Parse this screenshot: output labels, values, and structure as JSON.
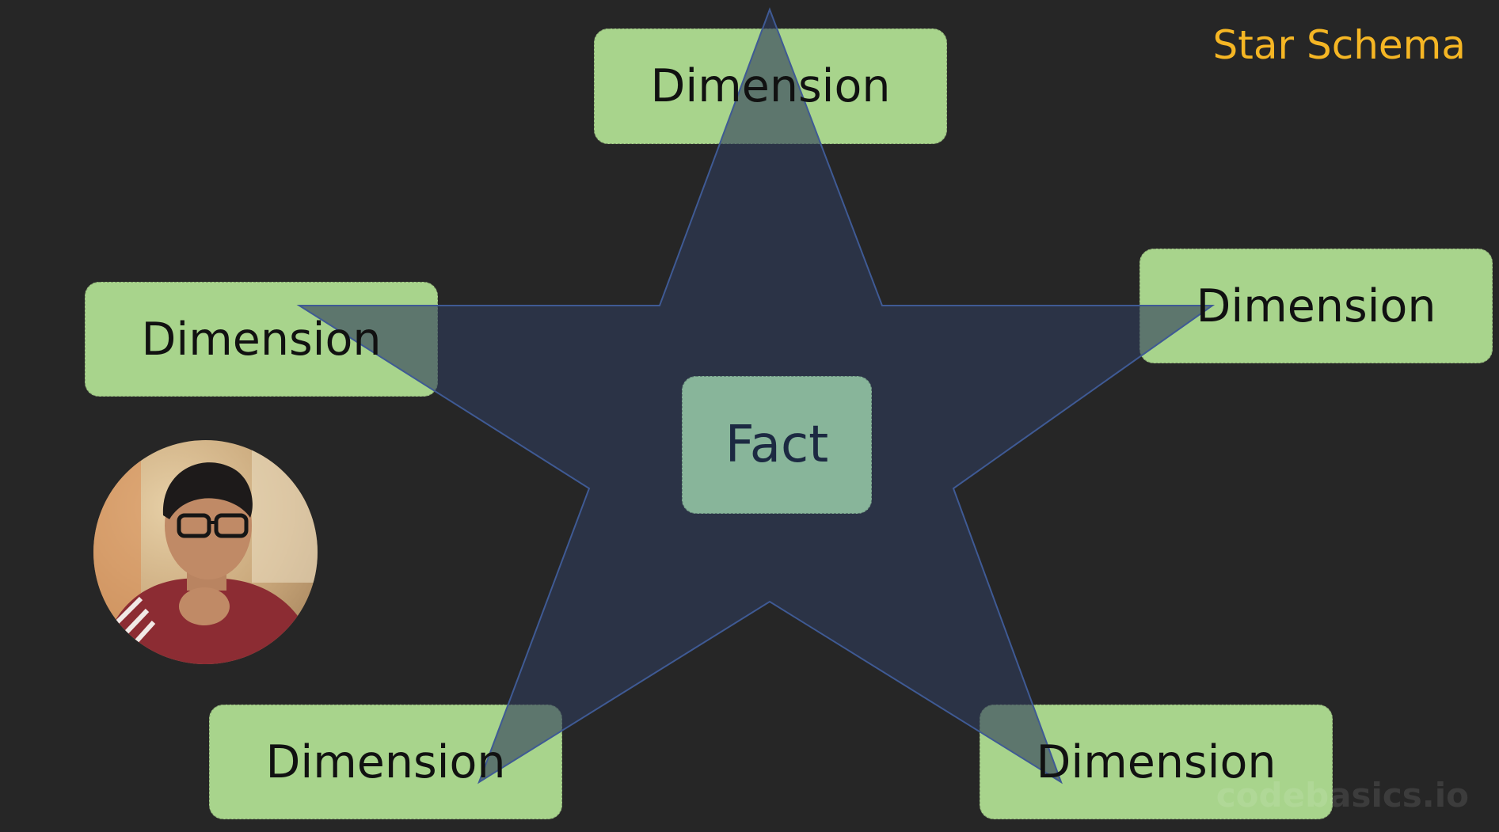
{
  "title": "Star Schema",
  "watermark": "codebasics.io",
  "nodes": {
    "top": "Dimension",
    "left": "Dimension",
    "right": "Dimension",
    "bottom_left": "Dimension",
    "bottom_right": "Dimension",
    "center": "Fact"
  },
  "colors": {
    "background": "#262626",
    "dimension_box": "#a8d48c",
    "star_fill": "#2e3b5a",
    "title": "#f5b624"
  },
  "presenter": {
    "icon": "presenter-webcam"
  }
}
